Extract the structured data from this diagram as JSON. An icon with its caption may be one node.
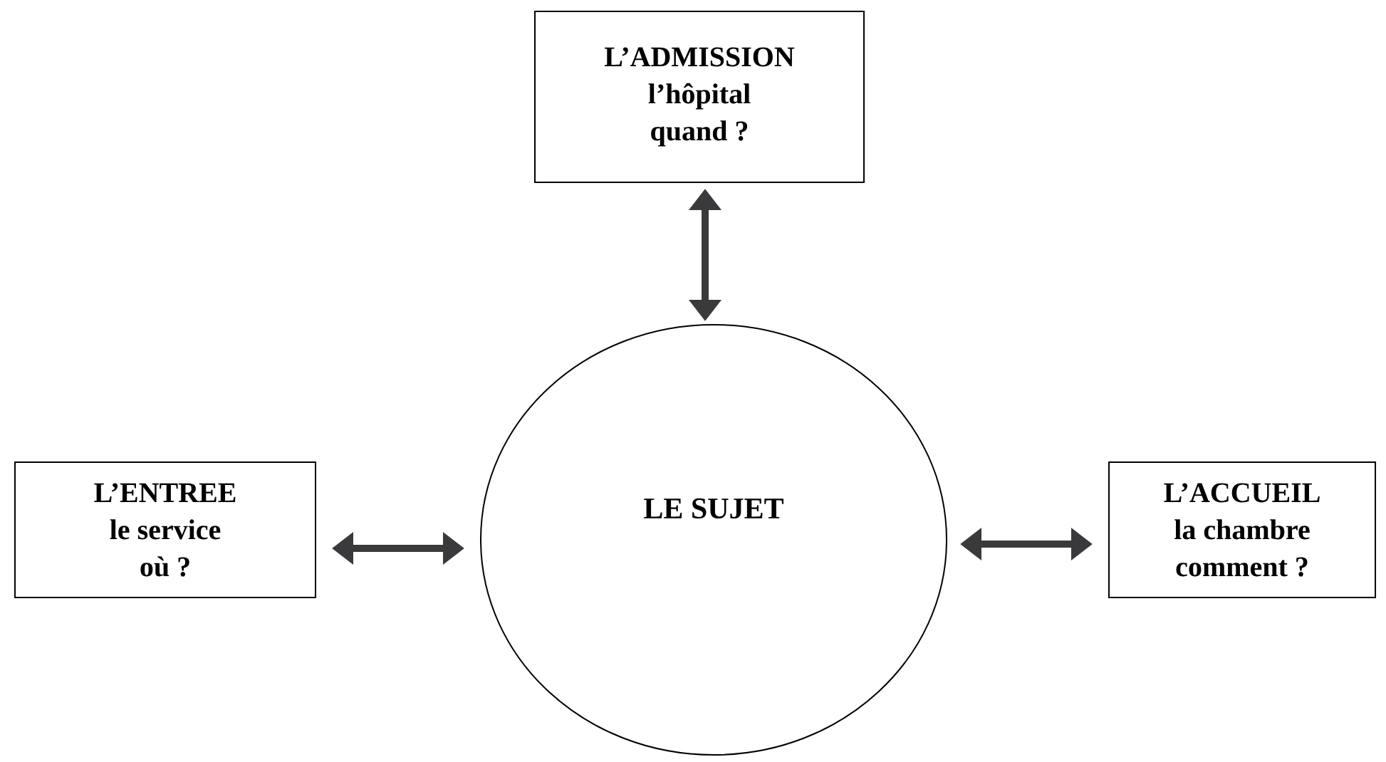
{
  "diagram": {
    "nodes": [
      {
        "text": [
          "LE SUJET"
        ]
      },
      {
        "text": [
          "L’ADMISSION",
          "l’hôpital",
          "quand ?"
        ]
      },
      {
        "text": [
          "L’ENTREE",
          "le service",
          "où ?"
        ]
      },
      {
        "text": [
          "L’ACCUEIL",
          "la chambre",
          "comment ?"
        ]
      }
    ],
    "edges": [
      {
        "from": 0,
        "to": 1,
        "arrow": "both"
      },
      {
        "from": 2,
        "to": 0,
        "arrow": "both"
      },
      {
        "from": 0,
        "to": 3,
        "arrow": "both"
      }
    ]
  }
}
